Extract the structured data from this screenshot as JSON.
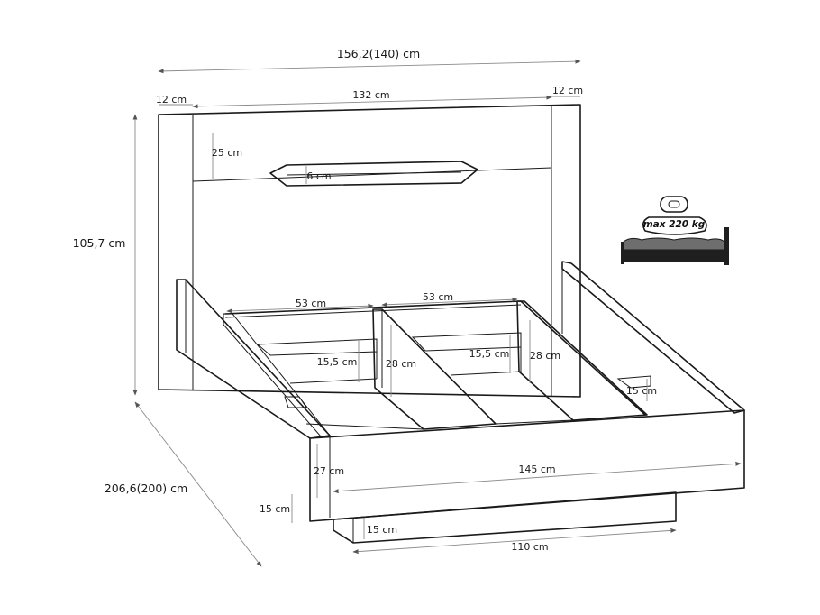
{
  "dimensions": {
    "overall_width": "156,2(140) cm",
    "side_left": "12 cm",
    "inner_width": "132 cm",
    "side_right": "12 cm",
    "height": "105,7 cm",
    "headboard_panel": "25 cm",
    "handle_cutout": "6 cm",
    "slot_left": "53 cm",
    "slot_right": "53 cm",
    "rail_left_height": "15,5 cm",
    "divider_left_height": "28 cm",
    "rail_right_height": "15,5 cm",
    "divider_right_height": "28 cm",
    "side_rail_right": "15 cm",
    "length": "206,6(200) cm",
    "frame_height": "27 cm",
    "inner_length": "145 cm",
    "clearance": "15 cm",
    "base_height": "15 cm",
    "base_width": "110 cm"
  },
  "load": {
    "label": "max 220 kg"
  }
}
